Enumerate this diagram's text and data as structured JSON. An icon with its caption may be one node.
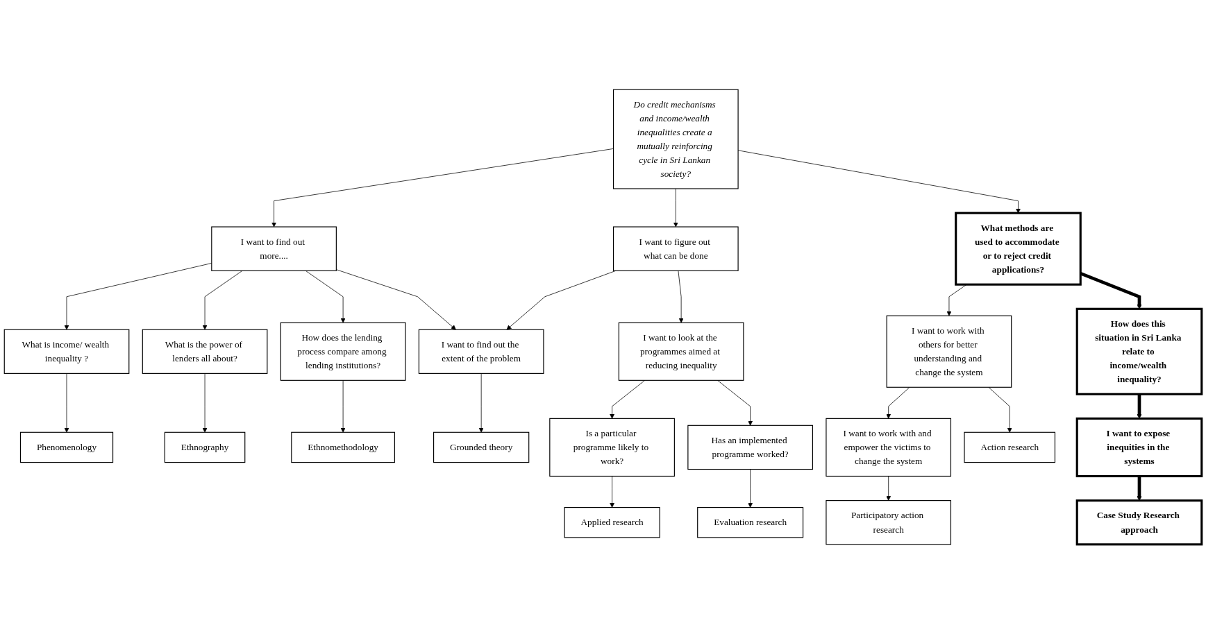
{
  "diagram": {
    "nodes": [
      {
        "text": [
          "Do credit mechanisms and income/wealth inequalities create a mutually reinforcing cycle in Sri Lankan society?"
        ]
      },
      {
        "text": [
          "I want to find out more...."
        ]
      },
      {
        "text": [
          "I want to figure out what can be done"
        ]
      },
      {
        "text": [
          "What methods are used to accommodate or to reject credit applications?"
        ]
      },
      {
        "text": [
          "What is income/ wealth inequality ?"
        ]
      },
      {
        "text": [
          "What is the power of lenders all about?"
        ]
      },
      {
        "text": [
          "How does the lending process compare among lending institutions?"
        ]
      },
      {
        "text": [
          "I want to find out the extent of the problem"
        ]
      },
      {
        "text": [
          "I want to look at the programmes aimed at reducing inequality"
        ]
      },
      {
        "text": [
          "I want to work with others for better understanding and change the system"
        ]
      },
      {
        "text": [
          "How does this situation in Sri Lanka relate to income/wealth inequality?"
        ]
      },
      {
        "text": [
          "Phenomenology"
        ]
      },
      {
        "text": [
          "Ethnography"
        ]
      },
      {
        "text": [
          "Ethnomethodology"
        ]
      },
      {
        "text": [
          "Grounded theory"
        ]
      },
      {
        "text": [
          "Is a particular programme likely to work?"
        ]
      },
      {
        "text": [
          "Has an implemented programme worked?"
        ]
      },
      {
        "text": [
          "Applied research"
        ]
      },
      {
        "text": [
          "Evaluation research"
        ]
      },
      {
        "text": [
          "I want to work with and empower the victims to change the system"
        ]
      },
      {
        "text": [
          "Action research"
        ]
      },
      {
        "text": [
          "Participatory action research"
        ]
      },
      {
        "text": [
          "I want to expose inequities in the systems"
        ]
      },
      {
        "text": [
          "Case Study Research approach"
        ]
      }
    ],
    "edges": [
      {
        "from": 0,
        "to": 1,
        "arrow": "to"
      },
      {
        "from": 0,
        "to": 2,
        "arrow": "to"
      },
      {
        "from": 0,
        "to": 3,
        "arrow": "to"
      },
      {
        "from": 1,
        "to": 4,
        "arrow": "to"
      },
      {
        "from": 1,
        "to": 5,
        "arrow": "to"
      },
      {
        "from": 1,
        "to": 6,
        "arrow": "to"
      },
      {
        "from": 1,
        "to": 7,
        "arrow": "to"
      },
      {
        "from": 2,
        "to": 7,
        "arrow": "to"
      },
      {
        "from": 2,
        "to": 8,
        "arrow": "to"
      },
      {
        "from": 3,
        "to": 9,
        "arrow": "to"
      },
      {
        "from": 3,
        "to": 10,
        "arrow": "to",
        "style": "thick"
      },
      {
        "from": 4,
        "to": 11,
        "arrow": "to"
      },
      {
        "from": 5,
        "to": 12,
        "arrow": "to"
      },
      {
        "from": 6,
        "to": 13,
        "arrow": "to"
      },
      {
        "from": 7,
        "to": 14,
        "arrow": "to"
      },
      {
        "from": 8,
        "to": 15,
        "arrow": "to"
      },
      {
        "from": 8,
        "to": 16,
        "arrow": "to"
      },
      {
        "from": 15,
        "to": 17,
        "arrow": "to"
      },
      {
        "from": 16,
        "to": 18,
        "arrow": "to"
      },
      {
        "from": 9,
        "to": 20,
        "arrow": "to"
      },
      {
        "from": 9,
        "to": 19,
        "arrow": "to"
      },
      {
        "from": 19,
        "to": 21,
        "arrow": "to"
      },
      {
        "from": 10,
        "to": 22,
        "arrow": "to",
        "style": "thick"
      },
      {
        "from": 22,
        "to": 23,
        "arrow": "to",
        "style": "thick"
      }
    ]
  }
}
